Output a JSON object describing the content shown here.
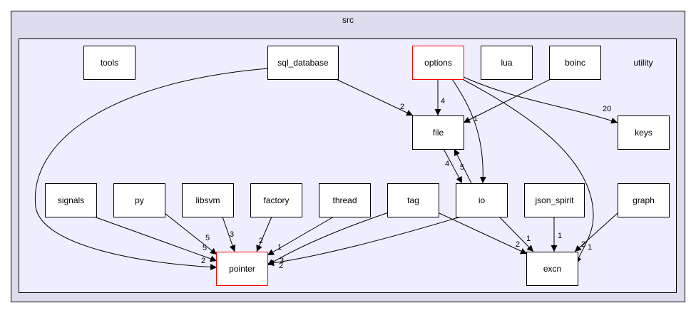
{
  "outer_cluster": {
    "label": "src"
  },
  "inner_cluster": {
    "label": "utility"
  },
  "nodes": {
    "tools": {
      "label": "tools",
      "highlight": false
    },
    "sql_database": {
      "label": "sql_database",
      "highlight": false
    },
    "options": {
      "label": "options",
      "highlight": true
    },
    "lua": {
      "label": "lua",
      "highlight": false
    },
    "boinc": {
      "label": "boinc",
      "highlight": false
    },
    "file": {
      "label": "file",
      "highlight": false
    },
    "keys": {
      "label": "keys",
      "highlight": false
    },
    "signals": {
      "label": "signals",
      "highlight": false
    },
    "py": {
      "label": "py",
      "highlight": false
    },
    "libsvm": {
      "label": "libsvm",
      "highlight": false
    },
    "factory": {
      "label": "factory",
      "highlight": false
    },
    "thread": {
      "label": "thread",
      "highlight": false
    },
    "tag": {
      "label": "tag",
      "highlight": false
    },
    "io": {
      "label": "io",
      "highlight": false
    },
    "json_spirit": {
      "label": "json_spirit",
      "highlight": false
    },
    "graph": {
      "label": "graph",
      "highlight": false
    },
    "pointer": {
      "label": "pointer",
      "highlight": true
    },
    "excn": {
      "label": "excn",
      "highlight": false
    }
  },
  "edges": [
    {
      "from": "sql_database",
      "to": "file",
      "label": "2"
    },
    {
      "from": "sql_database",
      "to": "pointer",
      "label": "2"
    },
    {
      "from": "options",
      "to": "file",
      "label": "4"
    },
    {
      "from": "options",
      "to": "io",
      "label": "1"
    },
    {
      "from": "options",
      "to": "keys",
      "label": "20"
    },
    {
      "from": "options",
      "to": "excn",
      "label": "2"
    },
    {
      "from": "boinc",
      "to": "file",
      "label": ""
    },
    {
      "from": "file",
      "to": "io",
      "label": "4"
    },
    {
      "from": "io",
      "to": "file",
      "label": "5"
    },
    {
      "from": "io",
      "to": "pointer",
      "label": "3"
    },
    {
      "from": "io",
      "to": "excn",
      "label": "1"
    },
    {
      "from": "signals",
      "to": "pointer",
      "label": "5"
    },
    {
      "from": "py",
      "to": "pointer",
      "label": "5"
    },
    {
      "from": "libsvm",
      "to": "pointer",
      "label": "3"
    },
    {
      "from": "factory",
      "to": "pointer",
      "label": "2"
    },
    {
      "from": "thread",
      "to": "pointer",
      "label": "1"
    },
    {
      "from": "tag",
      "to": "pointer",
      "label": "2"
    },
    {
      "from": "tag",
      "to": "excn",
      "label": "2"
    },
    {
      "from": "json_spirit",
      "to": "excn",
      "label": "1"
    },
    {
      "from": "graph",
      "to": "excn",
      "label": "1"
    }
  ],
  "colors": {
    "outer_fill": "#ddddee",
    "inner_fill": "#eeeeff",
    "node_fill": "#ffffff",
    "node_border": "#000000",
    "highlight_border": "#ff0000",
    "edge": "#000000"
  }
}
